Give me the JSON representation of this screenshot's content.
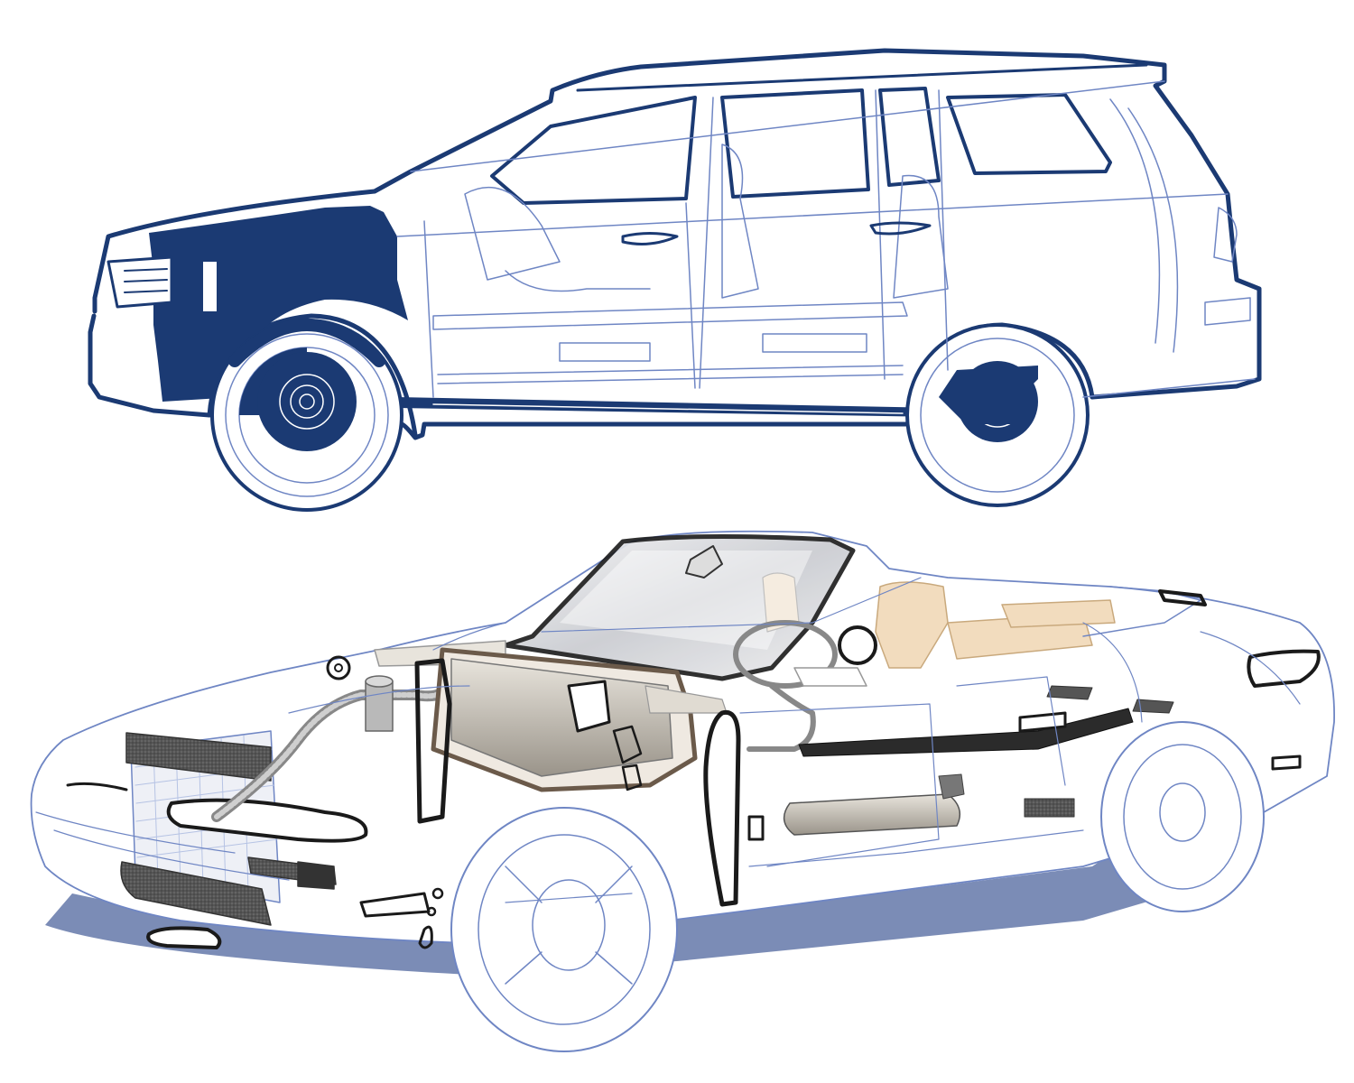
{
  "colors": {
    "navy": "#1b3a73",
    "line_blue": "#6f86c4",
    "light_blue": "#b6c3e4",
    "gasket_black": "#1a1a1a",
    "foam_gray": "#4a4a4a",
    "tan_seat": "#f2dcbe",
    "shadow": "#6d7fae",
    "background": "#ffffff"
  },
  "figures": [
    {
      "name": "suv-side-view",
      "highlighted_parts": [
        "front-fender-liner",
        "underbody-rail",
        "rear-wheel-liner"
      ]
    },
    {
      "name": "convertible-cutaway",
      "highlighted_parts": [
        "windshield-seal",
        "door-seals",
        "firewall-gasket",
        "radiator-foam-blocks",
        "hvac-hose",
        "rocker-foam-strip",
        "fuel-tank",
        "lamp-gaskets"
      ]
    }
  ]
}
